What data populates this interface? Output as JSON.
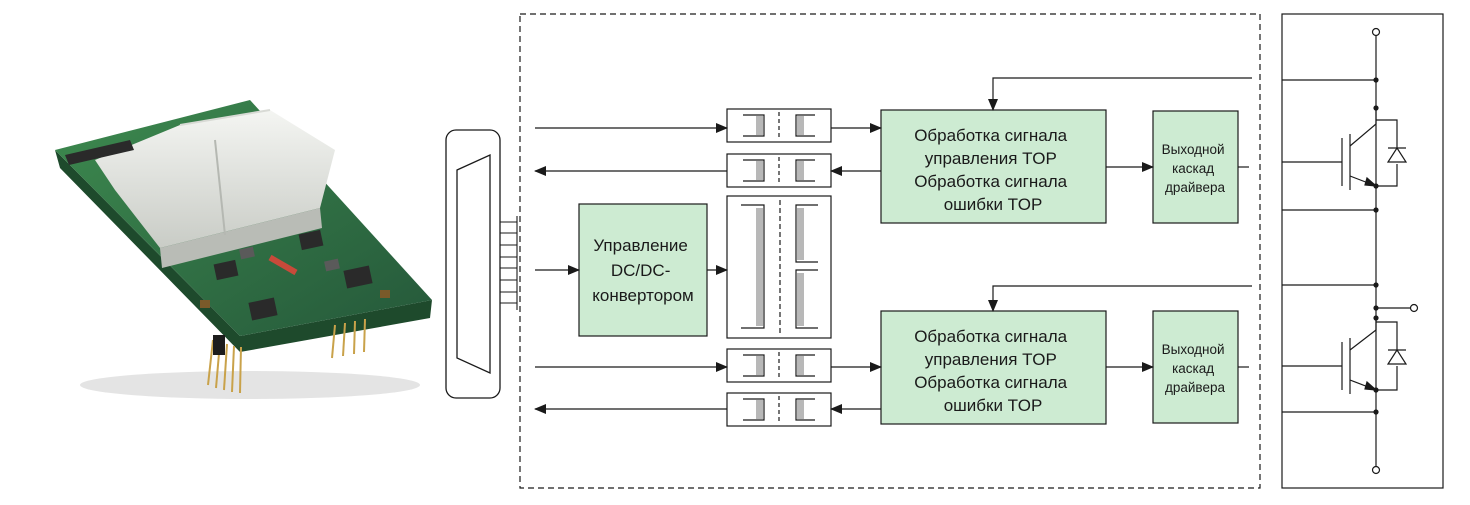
{
  "colors": {
    "block_fill": "#cdebd2",
    "line": "#1a1a1a",
    "isolator_fill": "#b8b8b8",
    "pcb_green": "#2f6f3e",
    "housing_white": "#e9ebe8",
    "pin_gold": "#c9a24a"
  },
  "illustration": {
    "name": "driver-board-photo"
  },
  "blocks": {
    "dcdc": {
      "lines": [
        "Управление",
        "DC/DC-",
        "конвертором"
      ]
    },
    "top_processing": {
      "lines": [
        "Обработка сигнала",
        "управления TOP",
        "Обработка сигнала",
        "ошибки TOP"
      ]
    },
    "top_output": {
      "lines": [
        "Выходной",
        "каскад",
        "драйвера"
      ]
    },
    "bottom_processing": {
      "lines": [
        "Обработка сигнала",
        "управления TOP",
        "Обработка сигнала",
        "ошибки TOP"
      ]
    },
    "bottom_output": {
      "lines": [
        "Выходной",
        "каскад",
        "драйвера"
      ]
    }
  }
}
